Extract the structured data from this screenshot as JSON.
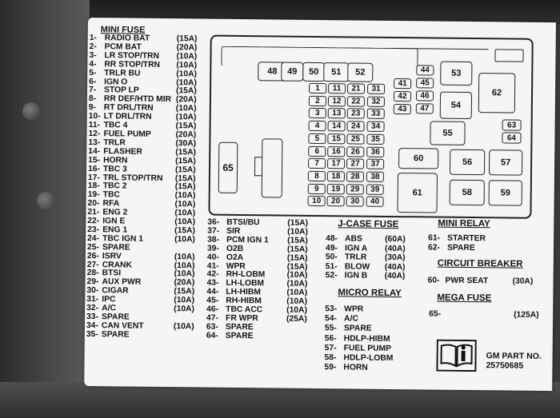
{
  "header_mini_fuse": "MINI FUSE",
  "left_list": [
    {
      "n": "1-",
      "name": "RADIO BAT",
      "a": "(15A)"
    },
    {
      "n": "2-",
      "name": "PCM BAT",
      "a": "(20A)"
    },
    {
      "n": "3-",
      "name": "LR STOP/TRN",
      "a": "(10A)"
    },
    {
      "n": "4-",
      "name": "RR STOP/TRN",
      "a": "(10A)"
    },
    {
      "n": "5-",
      "name": "TRLR BU",
      "a": "(10A)"
    },
    {
      "n": "6-",
      "name": "IGN O",
      "a": "(10A)"
    },
    {
      "n": "7-",
      "name": "STOP LP",
      "a": "(15A)"
    },
    {
      "n": "8-",
      "name": "RR DEF/HTD MIR",
      "a": "(20A)"
    },
    {
      "n": "9-",
      "name": "RT DRL/TRN",
      "a": "(10A)"
    },
    {
      "n": "10-",
      "name": "LT DRL/TRN",
      "a": "(10A)"
    },
    {
      "n": "11-",
      "name": "TBC 4",
      "a": "(15A)"
    },
    {
      "n": "12-",
      "name": "FUEL PUMP",
      "a": "(20A)"
    },
    {
      "n": "13-",
      "name": "TRLR",
      "a": "(30A)"
    },
    {
      "n": "14-",
      "name": "FLASHER",
      "a": "(15A)"
    },
    {
      "n": "15-",
      "name": "HORN",
      "a": "(15A)"
    },
    {
      "n": "16-",
      "name": "TBC 3",
      "a": "(15A)"
    },
    {
      "n": "17-",
      "name": "TRL STOP/TRN",
      "a": "(15A)"
    },
    {
      "n": "18-",
      "name": "TBC 2",
      "a": "(15A)"
    },
    {
      "n": "19-",
      "name": "TBC",
      "a": "(10A)"
    },
    {
      "n": "20-",
      "name": "RFA",
      "a": "(10A)"
    },
    {
      "n": "21-",
      "name": "ENG 2",
      "a": "(10A)"
    },
    {
      "n": "22-",
      "name": "IGN E",
      "a": "(10A)"
    },
    {
      "n": "23-",
      "name": "ENG 1",
      "a": "(15A)"
    },
    {
      "n": "24-",
      "name": "TBC IGN 1",
      "a": "(10A)"
    },
    {
      "n": "25-",
      "name": "SPARE",
      "a": ""
    },
    {
      "n": "26-",
      "name": "ISRV",
      "a": "(10A)"
    },
    {
      "n": "27-",
      "name": "CRANK",
      "a": "(10A)"
    },
    {
      "n": "28-",
      "name": "BTSI",
      "a": "(10A)"
    },
    {
      "n": "29-",
      "name": "AUX PWR",
      "a": "(20A)"
    },
    {
      "n": "30-",
      "name": "CIGAR",
      "a": "(15A)"
    },
    {
      "n": "31-",
      "name": "IPC",
      "a": "(10A)"
    },
    {
      "n": "32-",
      "name": "A/C",
      "a": "(10A)"
    },
    {
      "n": "33-",
      "name": "SPARE",
      "a": ""
    },
    {
      "n": "34-",
      "name": "CAN VENT",
      "a": "(10A)"
    },
    {
      "n": "35-",
      "name": "SPARE",
      "a": ""
    }
  ],
  "mid_list": [
    {
      "n": "36-",
      "name": "BTSI/BU",
      "a": "(15A)"
    },
    {
      "n": "37-",
      "name": "SIR",
      "a": "(10A)"
    },
    {
      "n": "38-",
      "name": "PCM IGN 1",
      "a": "(15A)"
    },
    {
      "n": "39-",
      "name": "O2B",
      "a": "(15A)"
    },
    {
      "n": "40-",
      "name": "O2A",
      "a": "(15A)"
    },
    {
      "n": "41-",
      "name": "WPR",
      "a": "(15A)"
    },
    {
      "n": "42-",
      "name": "RH-LOBM",
      "a": "(10A)"
    },
    {
      "n": "43-",
      "name": "LH-LOBM",
      "a": "(10A)"
    },
    {
      "n": "44-",
      "name": "LH-HIBM",
      "a": "(10A)"
    },
    {
      "n": "45-",
      "name": "RH-HIBM",
      "a": "(10A)"
    },
    {
      "n": "46-",
      "name": "TBC ACC",
      "a": "(10A)"
    },
    {
      "n": "47-",
      "name": "FR WPR",
      "a": "(25A)"
    },
    {
      "n": "63-",
      "name": "SPARE",
      "a": ""
    },
    {
      "n": "64-",
      "name": "SPARE",
      "a": ""
    }
  ],
  "jcase": {
    "title": "J-CASE FUSE",
    "items": [
      {
        "n": "48-",
        "name": "ABS",
        "a": "(60A)"
      },
      {
        "n": "49-",
        "name": "IGN A",
        "a": "(40A)"
      },
      {
        "n": "50-",
        "name": "TRLR",
        "a": "(30A)"
      },
      {
        "n": "51-",
        "name": "BLOW",
        "a": "(40A)"
      },
      {
        "n": "52-",
        "name": "IGN B",
        "a": "(40A)"
      }
    ]
  },
  "micro_relay": {
    "title": "MICRO RELAY",
    "items": [
      {
        "n": "53-",
        "name": "WPR"
      },
      {
        "n": "54-",
        "name": "A/C"
      },
      {
        "n": "55-",
        "name": "SPARE"
      },
      {
        "n": "56-",
        "name": "HDLP-HIBM"
      },
      {
        "n": "57-",
        "name": "FUEL PUMP"
      },
      {
        "n": "58-",
        "name": "HDLP-LOBM"
      },
      {
        "n": "59-",
        "name": "HORN"
      }
    ]
  },
  "mini_relay": {
    "title": "MINI RELAY",
    "items": [
      {
        "n": "61-",
        "name": "STARTER"
      },
      {
        "n": "62-",
        "name": "SPARE"
      }
    ]
  },
  "circuit_breaker": {
    "title": "CIRCUIT BREAKER",
    "item": {
      "n": "60-",
      "name": "PWR SEAT",
      "a": "(30A)"
    }
  },
  "mega_fuse": {
    "title": "MEGA FUSE",
    "item": {
      "n": "65-",
      "name": "",
      "a": "(125A)"
    }
  },
  "part": {
    "label": "GM PART NO.",
    "number": "25750685"
  },
  "diagram_labels": {
    "f1": "1",
    "f2": "2",
    "f3": "3",
    "f4": "4",
    "f5": "5",
    "f6": "6",
    "f7": "7",
    "f8": "8",
    "f9": "9",
    "f10": "10",
    "f11": "11",
    "f12": "12",
    "f13": "13",
    "f14": "14",
    "f15": "15",
    "f16": "16",
    "f17": "17",
    "f18": "18",
    "f19": "19",
    "f20": "20",
    "f21": "21",
    "f22": "22",
    "f23": "23",
    "f24": "24",
    "f25": "25",
    "f26": "26",
    "f27": "27",
    "f28": "28",
    "f29": "29",
    "f30": "30",
    "f31": "31",
    "f32": "32",
    "f33": "33",
    "f34": "34",
    "f35": "35",
    "f36": "36",
    "f37": "37",
    "f38": "38",
    "f39": "39",
    "f40": "40",
    "f41": "41",
    "f42": "42",
    "f43": "43",
    "f44": "44",
    "f45": "45",
    "f46": "46",
    "f47": "47",
    "f48": "48",
    "f49": "49",
    "f50": "50",
    "f51": "51",
    "f52": "52",
    "f53": "53",
    "f54": "54",
    "f55": "55",
    "f56": "56",
    "f57": "57",
    "f58": "58",
    "f59": "59",
    "f60": "60",
    "f61": "61",
    "f62": "62",
    "f63": "63",
    "f64": "64",
    "f65": "65"
  },
  "colors": {
    "label": "#f4f6f3",
    "ink": "#111111",
    "background": "#3a3a3a"
  }
}
